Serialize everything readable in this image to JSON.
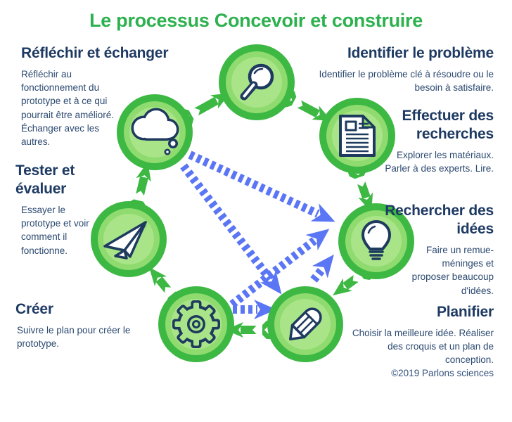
{
  "title": {
    "text": "Le processus Concevoir et construire",
    "color": "#2cb14e"
  },
  "steps": {
    "identify": {
      "heading": "Identifier le problème",
      "body": "Identifier le problème clé à résoudre ou le besoin à satisfaire.",
      "icon": "magnifier-icon"
    },
    "research": {
      "heading": "Effectuer des recherches",
      "body": "Explorer les matériaux. Parler à des experts. Lire.",
      "icon": "document-icon"
    },
    "ideate": {
      "heading": "Rechercher des idées",
      "body": "Faire un remue-méninges et proposer beaucoup d'idées.",
      "icon": "lightbulb-icon"
    },
    "plan": {
      "heading": "Planifier",
      "body": "Choisir la meilleure idée. Réaliser des croquis et un plan de conception.",
      "icon": "pencil-icon"
    },
    "create": {
      "heading": "Créer",
      "body": "Suivre le plan pour créer le prototype.",
      "icon": "gear-icon"
    },
    "test": {
      "heading": "Tester et évaluer",
      "body": "Essayer le prototype et voir comment il fonctionne.",
      "icon": "paper-plane-icon"
    },
    "reflect": {
      "heading": "Réfléchir et échanger",
      "body": "Réfléchir au fonctionnement du prototype et à ce qui pourrait être amélioré. Échanger avec les autres.",
      "icon": "thought-cloud-icon"
    }
  },
  "copyright": "©2019 Parlons sciences",
  "diagram": {
    "cycle_order": [
      "identify",
      "research",
      "ideate",
      "plan",
      "create",
      "test",
      "reflect"
    ],
    "feedback_links": [
      {
        "from": "reflect",
        "to": "ideate"
      },
      {
        "from": "reflect",
        "to": "plan"
      },
      {
        "from": "create",
        "to": "ideate"
      },
      {
        "from": "create",
        "to": "plan"
      },
      {
        "from": "plan",
        "to": "ideate"
      }
    ],
    "colors": {
      "node_ring": "#3cb843",
      "node_mid": "#8fdb70",
      "node_inner": "#a9e588",
      "icon_stroke": "#1e3a5f",
      "cycle_arrow": "#3cb843",
      "feedback_arrow": "#5b76f4",
      "heading_text": "#1e3a63",
      "body_text": "#2b4970"
    }
  }
}
